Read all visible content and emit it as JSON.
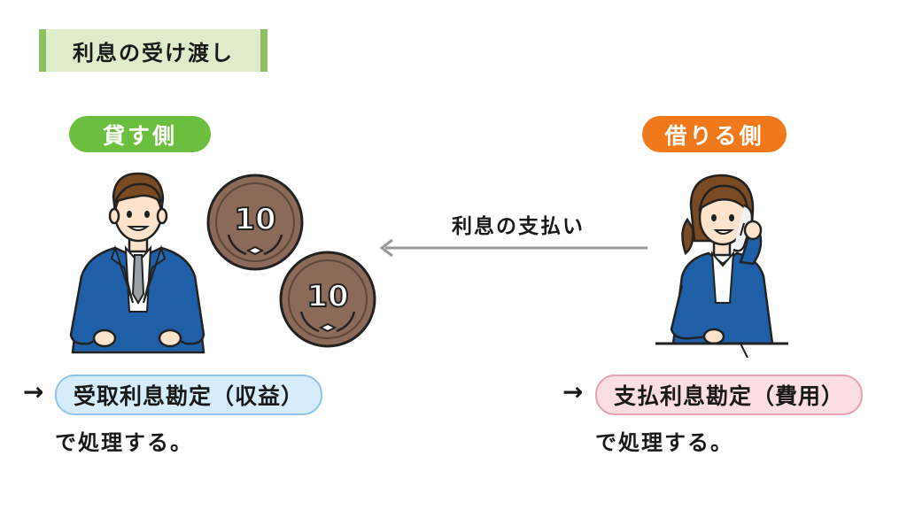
{
  "title": "利息の受け渡し",
  "lender": {
    "label": "貸す側",
    "account": "受取利息勘定（収益）",
    "note": "で処理する。"
  },
  "borrower": {
    "label": "借りる側",
    "account": "支払利息勘定（費用）",
    "note": "で処理する。"
  },
  "flow": {
    "label": "利息の支払い"
  },
  "coins": [
    {
      "denomination": "10"
    },
    {
      "denomination": "10"
    }
  ],
  "lead_arrow": "→",
  "colors": {
    "lender": "#6cbe3f",
    "borrower": "#f07a1b",
    "title_bg": "#dfeccb",
    "title_bar": "#8cc063",
    "income_box": "#d7ecfb",
    "expense_box": "#fbdde4",
    "suit": "#1e5fa8",
    "coin": "#8b6a5a"
  }
}
